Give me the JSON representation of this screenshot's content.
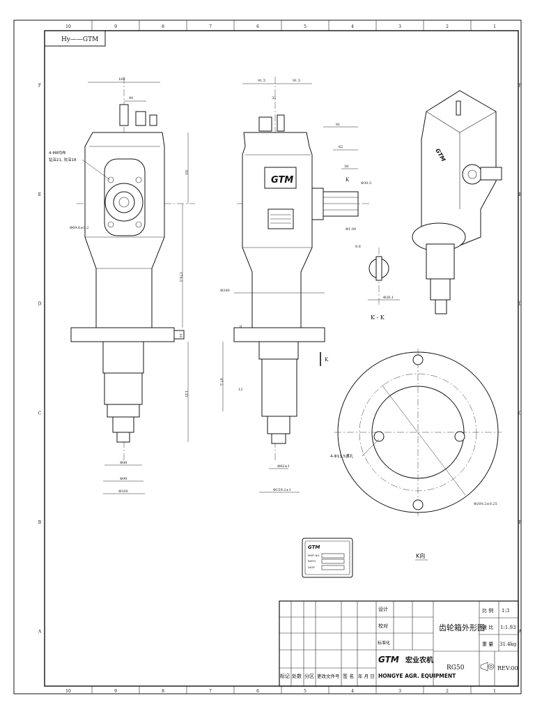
{
  "sheet": {
    "code_label": "Hy——GTM",
    "col_numbers": [
      "10",
      "9",
      "8",
      "7",
      "6",
      "5",
      "4",
      "3",
      "2",
      "1"
    ],
    "row_letters": [
      "F",
      "E",
      "D",
      "C",
      "B",
      "A"
    ]
  },
  "front_view": {
    "dims": {
      "top_width": "160",
      "top_offset": "40",
      "bolt_note_1": "4-M8均布",
      "bolt_note_2": "钻深21, 攻深18",
      "pilot_dia": "Φ69.6±0.2",
      "height_upper": "93",
      "height_total": "179.5",
      "flange_thk": "16",
      "shaft_len": "135",
      "dia_a": "Φ88",
      "dia_b": "Φ99",
      "dia_c": "Φ160"
    }
  },
  "side_view": {
    "dims": {
      "half_left": "91.5",
      "half_right": "91.5",
      "top_mid": "35",
      "shaft_out_a": "81",
      "shaft_out_b": "62",
      "shaft_out_c": "38",
      "shaft_dia": "Φ30.5",
      "spline_note": "Φ1.00",
      "k_mark": "K",
      "flange_dia": "Φ240",
      "flange_gap": "8",
      "low_len": "97.2",
      "low_small": "12",
      "bottom_dia_a": "Φ82±1",
      "bottom_dia_b": "Φ159.2±1"
    }
  },
  "section_kk": {
    "dim_a": "8.6",
    "dim_b": "Φ26.1",
    "label": "K - K"
  },
  "view_k": {
    "arrow_label": "K",
    "holes_note": "4-Φ13.5通孔",
    "pcd_note": "Φ200.2±0.25",
    "label": "K向"
  },
  "nameplate": {
    "brand": "GTM",
    "rows": [
      "PART NO.",
      "RATIO",
      "DATE"
    ]
  },
  "title_block": {
    "roles": [
      "设计",
      "校对",
      "标准化"
    ],
    "title": "齿轮箱外形图",
    "scale_label": "比 例",
    "scale_value": "1:3",
    "ratio_label": "速 比",
    "ratio_value": "1:1.93",
    "weight_label": "重 量",
    "weight_value": "31.4kg",
    "model": "RG50",
    "rev": "REV:00",
    "company_cn": "宏业农机",
    "company_en": "HONGYE AGR. EQUIPMENT",
    "brand": "GTM",
    "bottom_headers": [
      "标记",
      "处数",
      "分区",
      "更改文件号",
      "签 名",
      "年 月 日"
    ]
  }
}
